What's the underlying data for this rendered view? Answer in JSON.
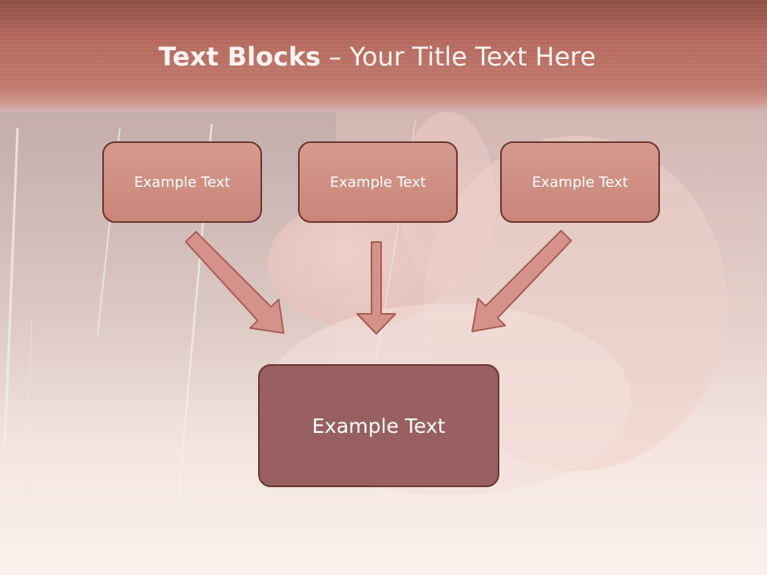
{
  "slide": {
    "title_bold": "Text Blocks",
    "title_separator": " – ",
    "title_rest": "Your Title Text Here"
  },
  "diagram": {
    "boxes": [
      {
        "label": "Example Text"
      },
      {
        "label": "Example Text"
      },
      {
        "label": "Example Text"
      }
    ],
    "target": {
      "label": "Example Text"
    }
  },
  "colors": {
    "header": "#b4685c",
    "box_fill": "#d08f82",
    "box_border": "#6c3630",
    "target_fill": "#986060",
    "arrow_fill": "#d4928a"
  }
}
